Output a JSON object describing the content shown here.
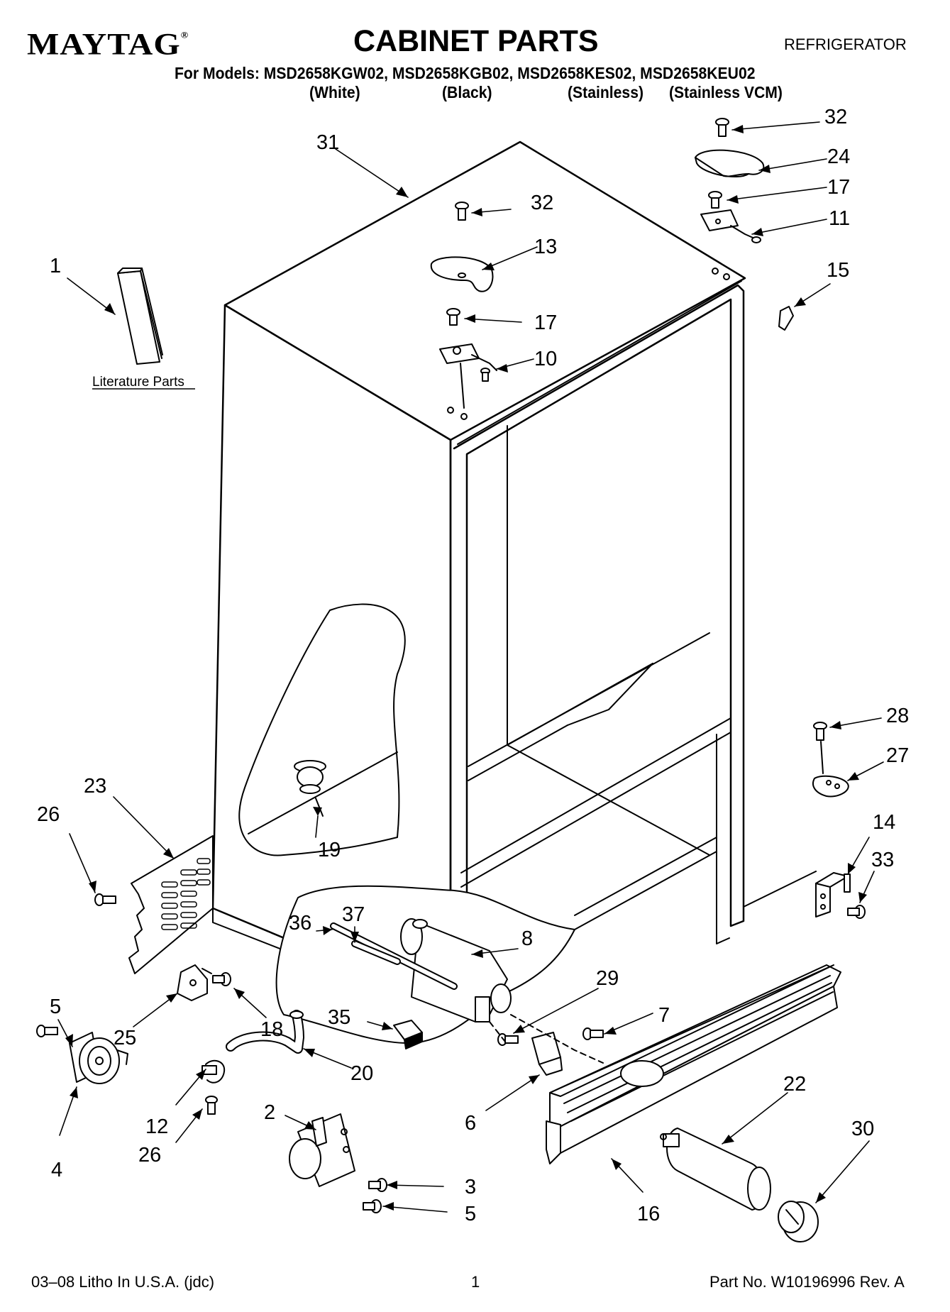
{
  "header": {
    "brand": "MAYTAG",
    "brand_mark": "®",
    "title": "CABINET PARTS",
    "category": "REFRIGERATOR",
    "models": "For Models: MSD2658KGW02, MSD2658KGB02, MSD2658KES02, MSD2658KEU02",
    "colors": [
      "(White)",
      "(Black)",
      "(Stainless)",
      "(Stainless VCM)"
    ]
  },
  "diagram": {
    "literature_label": "Literature Parts",
    "callouts": [
      "31",
      "32",
      "24",
      "17",
      "11",
      "32",
      "13",
      "15",
      "1",
      "17",
      "10",
      "28",
      "27",
      "23",
      "26",
      "19",
      "14",
      "33",
      "37",
      "36",
      "8",
      "29",
      "5",
      "25",
      "18",
      "7",
      "35",
      "20",
      "22",
      "30",
      "12",
      "2",
      "6",
      "26",
      "4",
      "3",
      "5",
      "16"
    ]
  },
  "footer": {
    "left": "03–08 Litho In U.S.A. (jdc)",
    "page": "1",
    "part_no": "Part No. W10196996 Rev. A"
  }
}
